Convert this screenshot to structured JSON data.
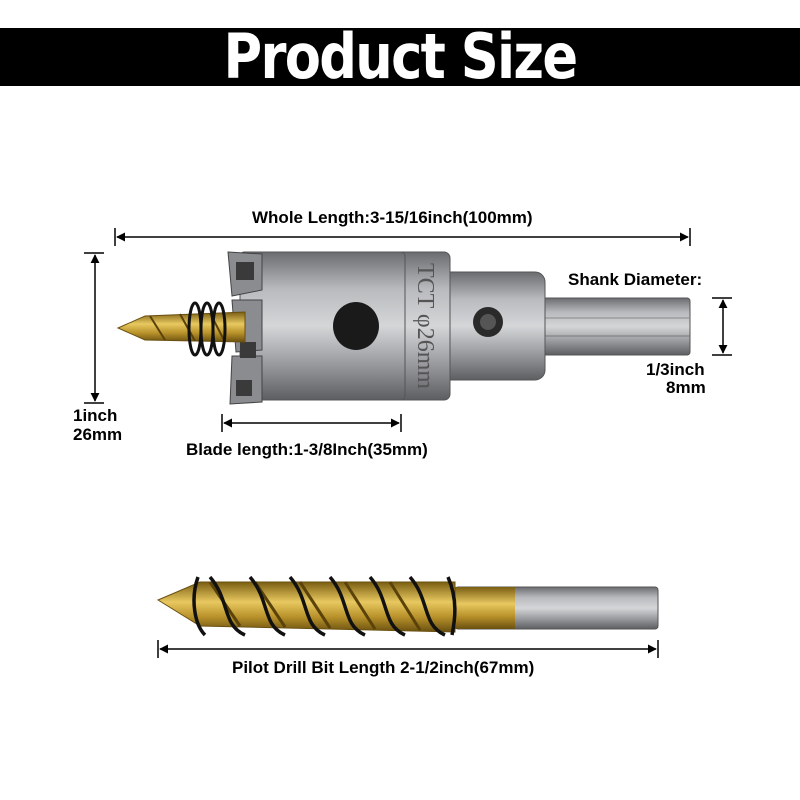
{
  "banner": {
    "title": "Product Size"
  },
  "hole_saw": {
    "whole_length": "Whole Length:3-15/16inch(100mm)",
    "shank_diameter_title": "Shank Diameter:",
    "shank_diameter_inch": "1/3inch",
    "shank_diameter_mm": "8mm",
    "height_inch": "1inch",
    "height_mm": "26mm",
    "blade_length": "Blade length:1-3/8Inch(35mm)",
    "engraving": "TCT φ26mm"
  },
  "pilot_drill": {
    "length": "Pilot Drill Bit Length 2-1/2inch(67mm)"
  },
  "colors": {
    "banner": "#000000",
    "steel": "#8e9094",
    "titanium_gold": "#c9a43a",
    "dimension_line": "#000000"
  }
}
